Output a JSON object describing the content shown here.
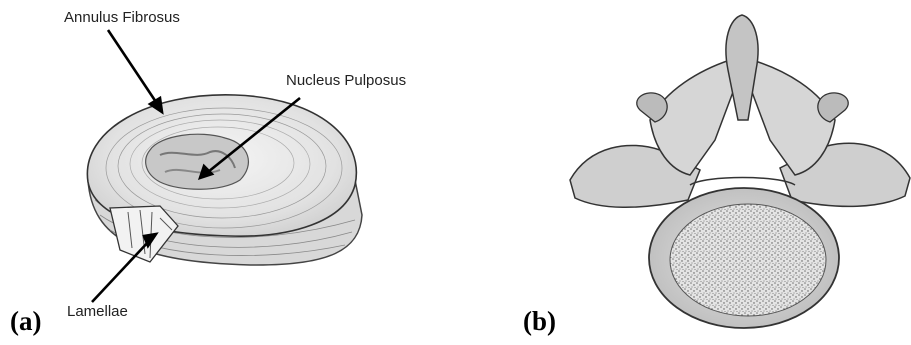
{
  "panel_a": {
    "letter": "(a)",
    "labels": {
      "annulus": "Annulus Fibrosus",
      "nucleus": "Nucleus Pulposus",
      "lamellae": "Lamellae"
    }
  },
  "panel_b": {
    "letter": "(b)"
  }
}
